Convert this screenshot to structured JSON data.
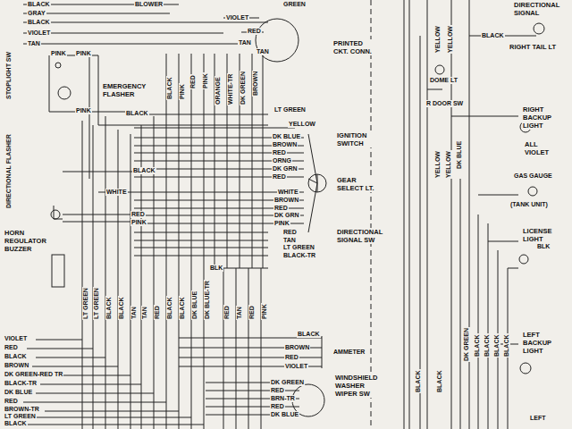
{
  "diagram": {
    "labels": [
      "BLACK",
      "GRAY",
      "BLACK",
      "VIOLET",
      "TAN",
      "BLOWER",
      "GREEN",
      "VIOLET",
      "RED",
      "TAN",
      "PRINTED CKT. CONN.",
      "STOPLIGHT SW",
      "PINK",
      "PINK",
      "EMERGENCY FLASHER",
      "PINK",
      "BLACK",
      "LT GREEN",
      "YELLOW",
      "IGNITION SWITCH",
      "DK BLUE",
      "BROWN",
      "RED",
      "ORNG",
      "DK GRN",
      "RED",
      "WHITE",
      "BROWN",
      "RED",
      "DK GRN",
      "PINK",
      "GEAR SELECT LT.",
      "RED",
      "TAN",
      "LT GREEN",
      "BLACK-TR",
      "DIRECTIONAL SIGNAL SW",
      "BLACK",
      "PINK",
      "RED",
      "PINK",
      "ORANGE",
      "WHITE-TR",
      "DK GREEN",
      "BROWN",
      "TAN",
      "BLACK",
      "WHITE",
      "RED",
      "PINK",
      "DIRECTIONAL FLASHER",
      "HORN REGULATOR BUZZER",
      "BLK",
      "LT GREEN",
      "LT GREEN",
      "BLACK",
      "BLACK",
      "TAN",
      "TAN",
      "RED",
      "BLACK",
      "BLACK",
      "DK BLUE",
      "DK BLUE-TR",
      "RED",
      "TAN",
      "RED",
      "PINK",
      "VIOLET",
      "RED",
      "BLACK",
      "BROWN",
      "DK GREEN-RED TR",
      "BLACK-TR",
      "DK BLUE",
      "RED",
      "BROWN-TR",
      "LT GREEN",
      "BLACK",
      "BLACK",
      "BROWN",
      "RED",
      "VIOLET",
      "AMMETER",
      "DK GREEN",
      "RED",
      "BRN-TR",
      "RED",
      "DK BLUE",
      "WINDSHIELD WASHER WIPER SW",
      "DIRECTIONAL SIGNAL",
      "YELLOW",
      "YELLOW",
      "BLACK",
      "RIGHT TAIL LT",
      "DOME LT",
      "R DOOR SW",
      "RIGHT BACKUP LIGHT",
      "ALL VIOLET",
      "YELLOW",
      "YELLOW",
      "DK BLUE",
      "GAS GAUGE",
      "(TANK UNIT)",
      "LICENSE LIGHT",
      "BLK",
      "DK GREEN",
      "BLACK",
      "BLACK",
      "BLACK",
      "BLACK",
      "LEFT BACKUP LIGHT",
      "BLACK",
      "BLACK",
      "LEFT"
    ]
  }
}
